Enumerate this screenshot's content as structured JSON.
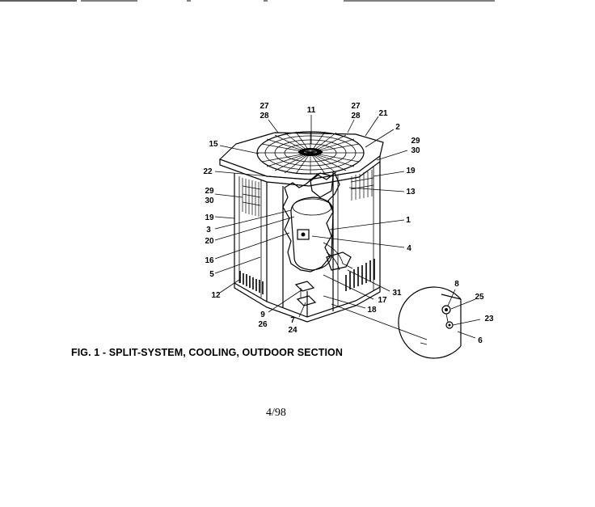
{
  "figure": {
    "caption": "FIG. 1 - SPLIT-SYSTEM, COOLING, OUTDOOR SECTION",
    "page_number": "4/98"
  },
  "callouts": {
    "c11": "11",
    "c27a": "27",
    "c28a": "28",
    "c27b": "27",
    "c28b": "28",
    "c21": "21",
    "c2": "2",
    "c29a": "29",
    "c30a": "30",
    "c15": "15",
    "c22": "22",
    "c19a": "19",
    "c13": "13",
    "c29b": "29",
    "c30b": "30",
    "c19b": "19",
    "c1": "1",
    "c3": "3",
    "c20": "20",
    "c4": "4",
    "c16": "16",
    "c5": "5",
    "c12": "12",
    "c31": "31",
    "c17": "17",
    "c18": "18",
    "c9": "9",
    "c26": "26",
    "c7": "7",
    "c24": "24",
    "c8": "8",
    "c25": "25",
    "c23": "23",
    "c6": "6"
  }
}
